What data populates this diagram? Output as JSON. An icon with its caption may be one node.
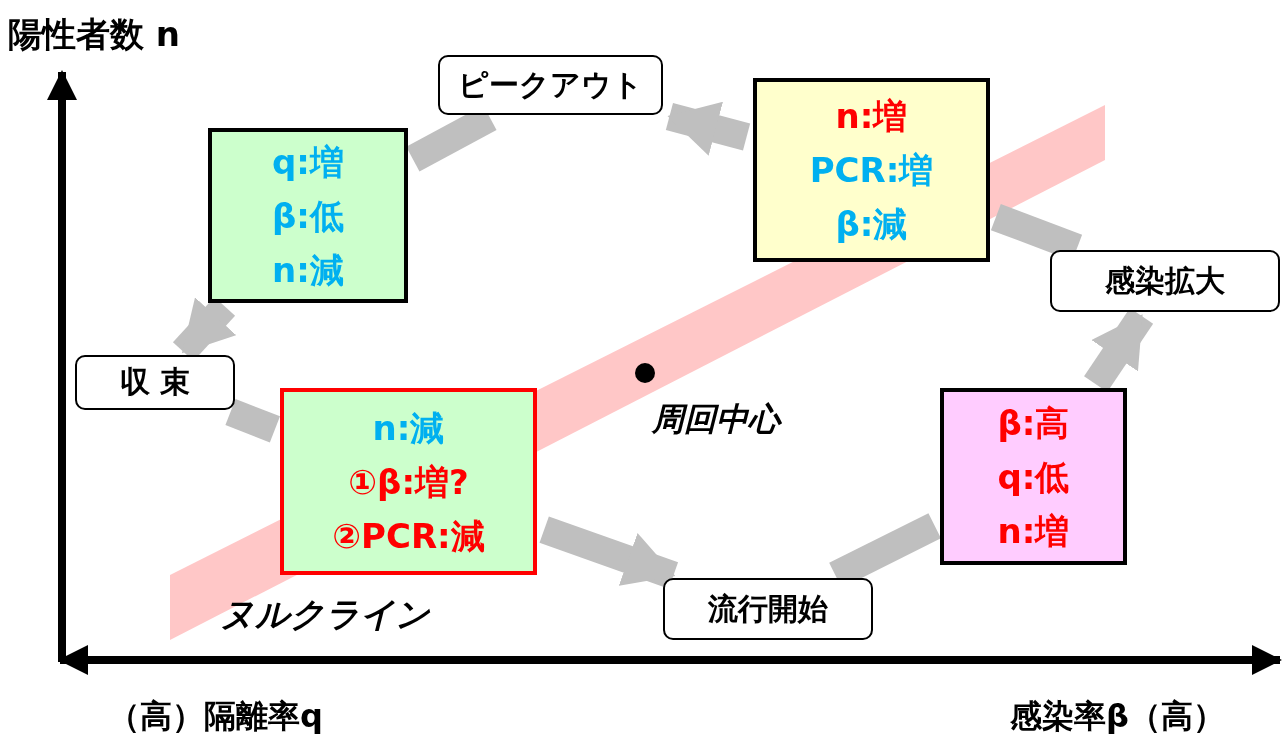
{
  "diagram": {
    "nodes": [
      {
        "text": [
          "ピークアウト"
        ]
      },
      {
        "text": [
          "n:増",
          "PCR:増",
          "β:減"
        ]
      },
      {
        "text": [
          "q:増",
          "β:低",
          "n:減"
        ]
      },
      {
        "text": [
          "感染拡大"
        ]
      },
      {
        "text": [
          "収 束"
        ]
      },
      {
        "text": [
          "n:減",
          "①β:増?",
          "②PCR:減"
        ]
      },
      {
        "text": [
          "β:高",
          "q:低",
          "n:増"
        ]
      },
      {
        "text": [
          "流行開始"
        ]
      }
    ],
    "edges": [
      {
        "from": 7,
        "to": 6,
        "arrow": "none"
      },
      {
        "from": 6,
        "to": 3,
        "arrow": "to"
      },
      {
        "from": 3,
        "to": 1,
        "arrow": "none"
      },
      {
        "from": 1,
        "to": 0,
        "arrow": "to"
      },
      {
        "from": 0,
        "to": 2,
        "arrow": "none"
      },
      {
        "from": 2,
        "to": 4,
        "arrow": "to"
      },
      {
        "from": 4,
        "to": 5,
        "arrow": "none"
      },
      {
        "from": 5,
        "to": 7,
        "arrow": "to"
      }
    ],
    "labels": [
      "陽性者数 n",
      "周回中心",
      "ヌルクライン",
      "（高）隔離率q",
      "感染率β（高）"
    ]
  }
}
